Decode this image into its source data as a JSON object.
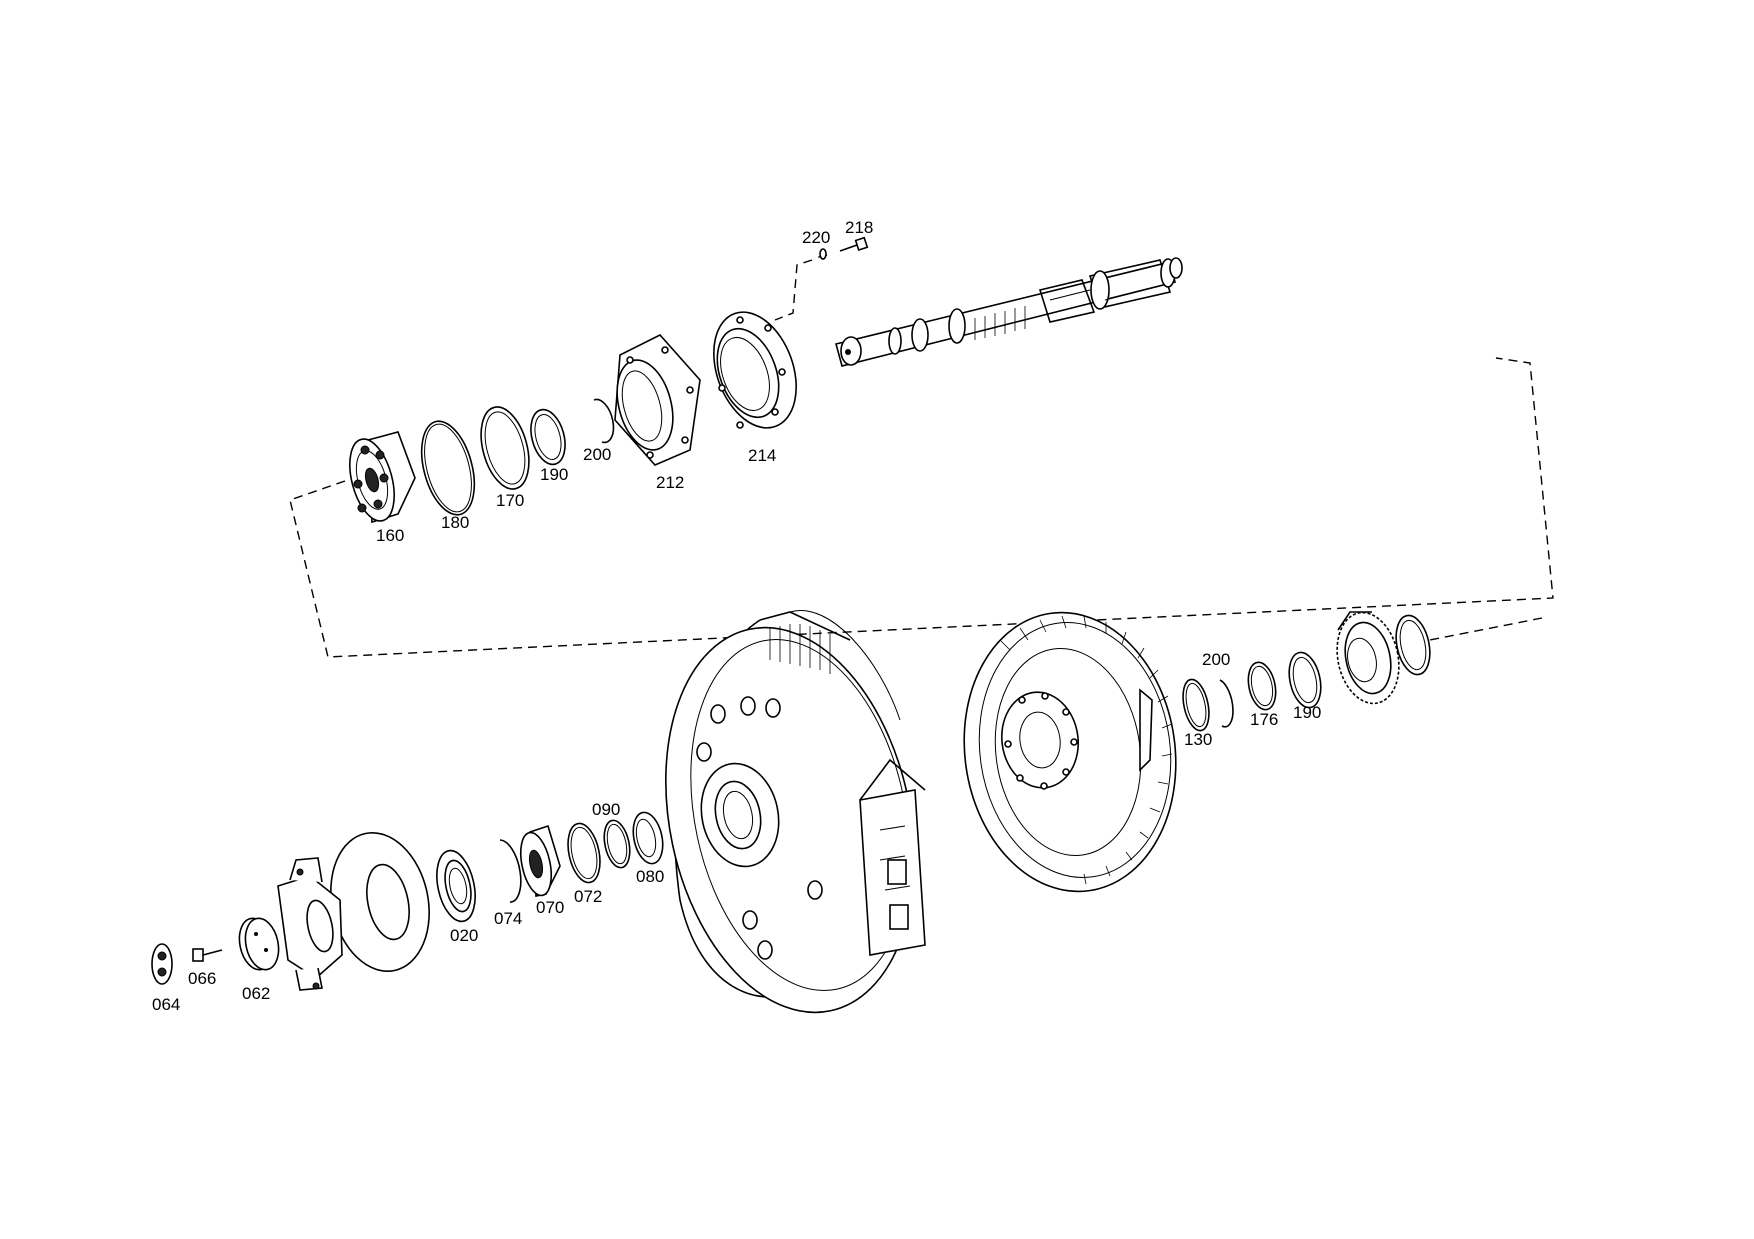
{
  "diagram": {
    "type": "exploded-parts-view",
    "colors": {
      "line": "#000000",
      "background": "#ffffff"
    },
    "labels": {
      "p160": "160",
      "p180": "180",
      "p170": "170",
      "p190a": "190",
      "p200a": "200",
      "p212": "212",
      "p214": "214",
      "p220": "220",
      "p218": "218",
      "p200b": "200",
      "p130": "130",
      "p176": "176",
      "p190b": "190",
      "p090": "090",
      "p080": "080",
      "p072": "072",
      "p070": "070",
      "p074": "074",
      "p020": "020",
      "p062": "062",
      "p066": "066",
      "p064": "064"
    }
  }
}
